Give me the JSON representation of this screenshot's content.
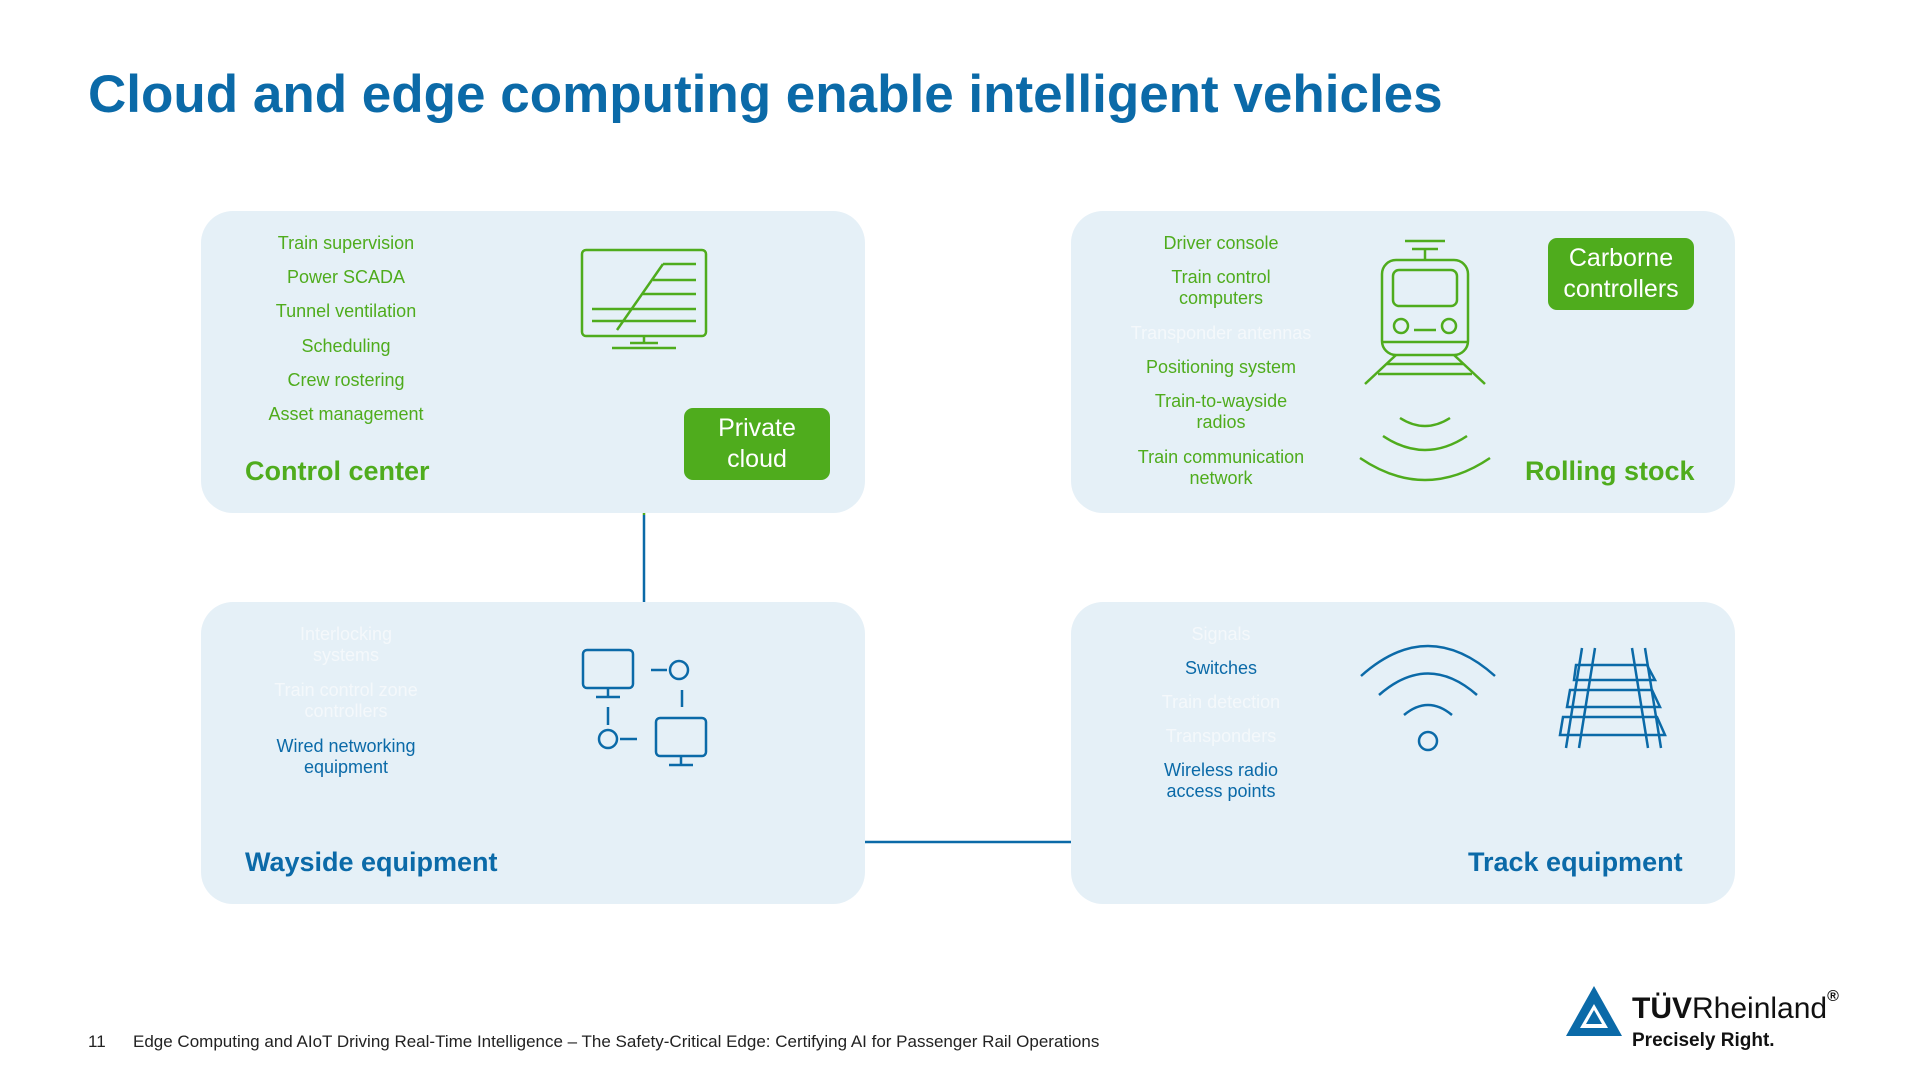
{
  "title": "Cloud and edge computing enable intelligent vehicles",
  "panels": {
    "control_center": {
      "title": "Control center",
      "items": [
        "Train supervision",
        "Power SCADA",
        "Tunnel ventilation",
        "Scheduling",
        "Crew rostering",
        "Asset management"
      ],
      "tag": [
        "Private",
        "cloud"
      ]
    },
    "rolling_stock": {
      "title": "Rolling stock",
      "items": [
        [
          "Driver console"
        ],
        [
          "Train control",
          "computers"
        ],
        [
          "Transponder antennas"
        ],
        [
          "Positioning system"
        ],
        [
          "Train-to-wayside",
          "radios"
        ],
        [
          "Train communication",
          "network"
        ]
      ],
      "tag": [
        "Carborne",
        "controllers"
      ]
    },
    "wayside_equipment": {
      "title": "Wayside equipment",
      "items": [
        [
          "Interlocking",
          "systems"
        ],
        [
          "Train control zone",
          "controllers"
        ],
        [
          "Wired networking",
          "equipment"
        ]
      ]
    },
    "track_equipment": {
      "title": "Track equipment",
      "items": [
        [
          "Signals"
        ],
        [
          "Switches"
        ],
        [
          "Train detection"
        ],
        [
          "Transponders"
        ],
        [
          "Wireless radio",
          "access points"
        ]
      ]
    }
  },
  "icons": {
    "control_center": "monitor-with-track-icon",
    "rolling_stock": "train-icon",
    "wireless_waves": "wireless-signal-icon",
    "wayside_network": "network-computers-icon",
    "track_antenna": "radio-antenna-icon",
    "track": "railway-track-icon"
  },
  "colors": {
    "accent_blue": "#0b6aa8",
    "accent_green": "#4fac1d",
    "panel_bg": "#e5f0f7"
  },
  "footer": {
    "page_number": "11",
    "text": "Edge Computing and AIoT Driving Real-Time Intelligence – The Safety-Critical Edge: Certifying AI for Passenger Rail Operations"
  },
  "logo": {
    "brand_bold": "TÜV",
    "brand_light": "Rheinland",
    "registered": "®",
    "tagline": "Precisely Right."
  }
}
